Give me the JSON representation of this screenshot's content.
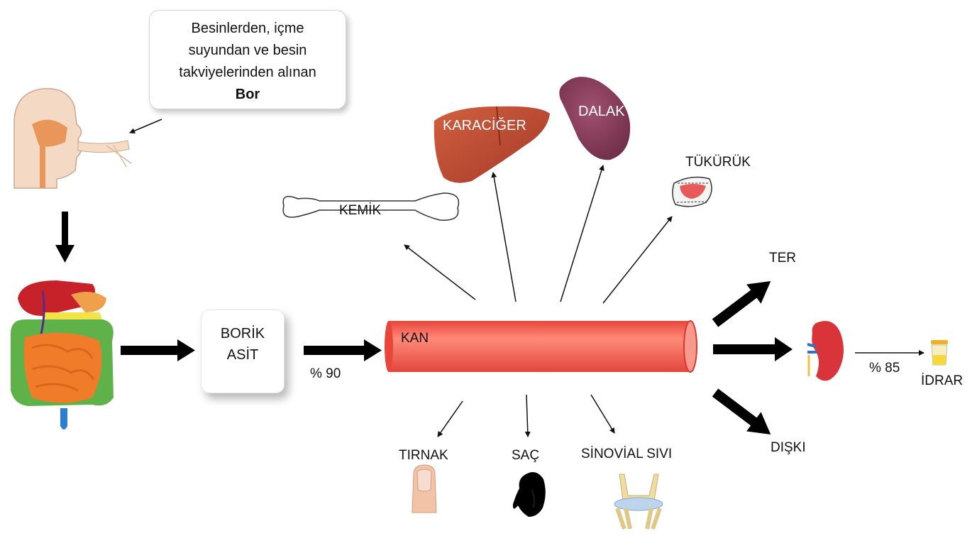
{
  "source_box": {
    "line1": "Besinlerden, içme",
    "line2": "suyundan ve besin",
    "line3": "takviyelerinden alınan",
    "line4": "Bor"
  },
  "boric_acid": {
    "line1": "BORİK",
    "line2": "ASİT"
  },
  "percent_absorbed": "% 90",
  "blood": "KAN",
  "organs": {
    "bone": "KEMİK",
    "liver": "KARACİĞER",
    "spleen": "DALAK",
    "saliva": "TÜKÜRÜK"
  },
  "excretion": {
    "sweat": "TER",
    "feces": "DIŞKI",
    "urine_percent": "% 85",
    "urine": "İDRAR"
  },
  "bottom": {
    "nail": "TIRNAK",
    "hair": "SAÇ",
    "synovial": "SİNOVİAL SIVI"
  },
  "colors": {
    "blood_vessel": "#f0564a",
    "liver": "#c0472f",
    "spleen": "#8a3a55",
    "intestine": "#f07c2a",
    "kidney": "#d8343a",
    "arrow": "#000000"
  }
}
